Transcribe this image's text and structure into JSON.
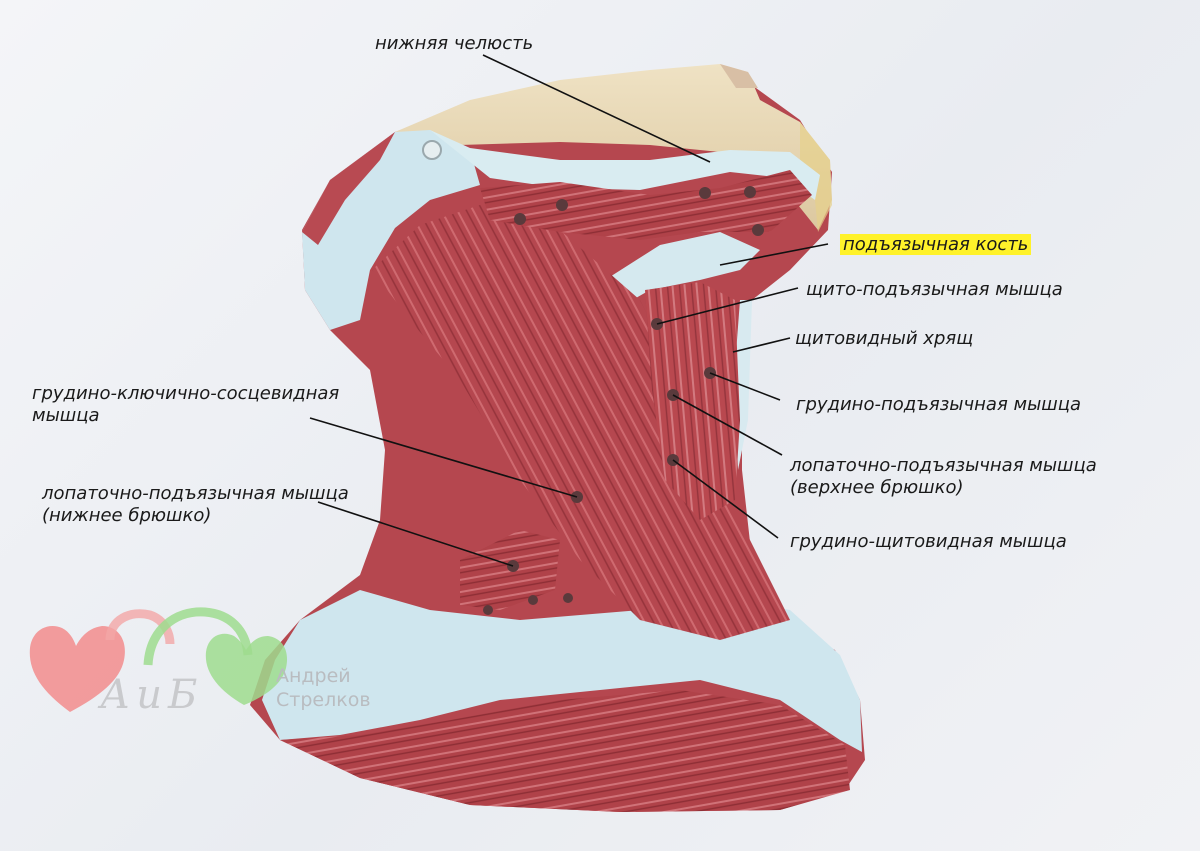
{
  "labels": {
    "mandible": "нижняя челюсть",
    "hyoid_bone": "подъязычная кость",
    "thyrohyoid": "щито-подъязычная мышца",
    "thyroid_cartilage": "щитовидный хрящ",
    "sternocleidomastoid_line1": "грудино-ключично-сосцевидная",
    "sternocleidomastoid_line2": "мышца",
    "sternohyoid": "грудино-подъязычная мышца",
    "omohyoid_superior_line1": "лопаточно-подъязычная мышца",
    "omohyoid_superior_line2": "(верхнее брюшко)",
    "omohyoid_inferior_line1": "лопаточно-подъязычная мышца",
    "omohyoid_inferior_line2": "(нижнее брюшко)",
    "sternothyroid": "грудино-щитовидная мышца"
  },
  "watermark": {
    "letters": "АиБ",
    "name_line1": "Андрей",
    "name_line2": "Стрелков"
  },
  "colors": {
    "muscle": "#b5474f",
    "muscle_dark": "#8c2f37",
    "fascia": "#cfe6ee",
    "mandible": "#eadbb9",
    "highlight": "#fff22a",
    "heart_red": "#f28c8c",
    "heart_green": "#9fdc8e"
  }
}
